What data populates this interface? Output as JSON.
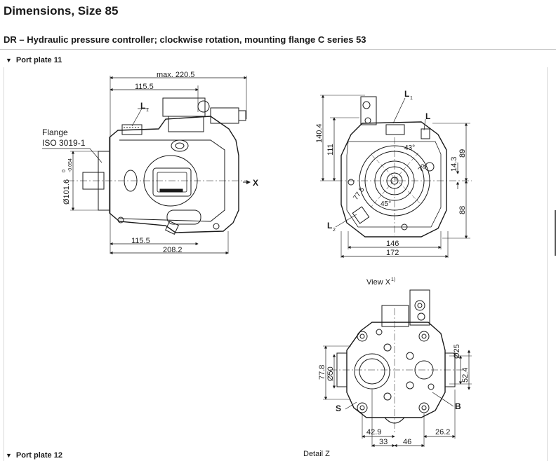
{
  "page_title": "Dimensions, Size 85",
  "subtitle": "DR – Hydraulic pressure controller; clockwise rotation, mounting flange C series 53",
  "sections": [
    {
      "label": "Port plate 11",
      "expanded": true
    },
    {
      "label": "Port plate 12",
      "expanded": false
    }
  ],
  "detail_label": "Detail Z",
  "side_view": {
    "dim_max": "max. 220.5",
    "dim_top": "115.5",
    "dim_bottom_a": "115.5",
    "dim_bottom_b": "208.2",
    "flange_label": "Flange",
    "flange_std": "ISO 3019-1",
    "diameter": "Ø101.6",
    "tol_upper": "0",
    "tol_lower": "-0.054",
    "port_l1": "L",
    "port_l1_sub": "1",
    "axis_marker": "X"
  },
  "front_view": {
    "port_l1": "L",
    "port_l1_sub": "1",
    "port_l": "L",
    "port_l2": "L",
    "port_l2_sub": "2",
    "dim_140": "140.4",
    "dim_111": "111",
    "dim_89": "89",
    "dim_14": "14.3",
    "dim_88": "88",
    "dim_146": "146",
    "dim_172": "172",
    "ang_43": "43°",
    "ang_45": "45°",
    "dim_79": "79",
    "dim_77": "77.5"
  },
  "view_x": {
    "label": "View X",
    "footnote": "1)",
    "dim_77_8": "77.8",
    "dim_d50": "Ø50",
    "dim_d25": "Ø25",
    "dim_52_4": "52.4",
    "port_s": "S",
    "port_b": "B",
    "dim_42_9": "42.9",
    "dim_33": "33",
    "dim_46": "46",
    "dim_26_2": "26.2"
  }
}
